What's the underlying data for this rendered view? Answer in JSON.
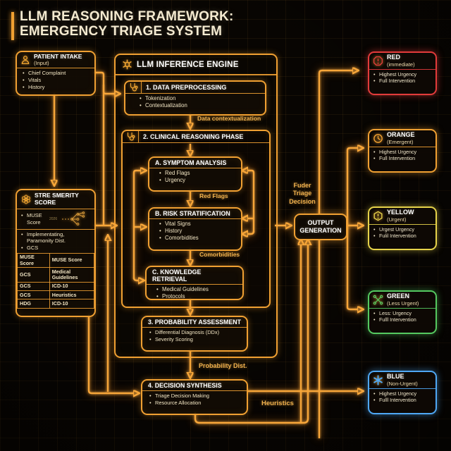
{
  "title": {
    "line1": "LLM REASONING FRAMEWORK:",
    "line2": "EMERGENCY TRIAGE SYSTEM"
  },
  "patient_intake": {
    "title": "PATIENT INTAKE",
    "subtitle": "(Input)",
    "items": [
      "Chief Complaint",
      "Vitals",
      "History"
    ]
  },
  "severity_score": {
    "title_line1": "STRE SMERITY",
    "title_line2": "SCORE",
    "muse_label": "MUSE Score",
    "muse_small": "2026",
    "items": [
      "Implementating, Paramonity Dist.",
      "GCS"
    ],
    "table": {
      "headers": [
        "MUSE Score",
        "MUSE Score"
      ],
      "rows": [
        [
          "GCS",
          "Medical Guidelines"
        ],
        [
          "GCS",
          "ICD-10"
        ],
        [
          "GCS",
          "Heuristics"
        ],
        [
          "HDG",
          "ICD-10"
        ]
      ]
    }
  },
  "engine": {
    "title": "LLM INFERENCE ENGINE",
    "preprocessing": {
      "title": "1. DATA PREPROCESSING",
      "items": [
        "Tokenization",
        "Contextualization"
      ]
    },
    "clinical": {
      "title": "2. CLINICAL REASONING PHASE",
      "symptom": {
        "title": "A. SYMPTOM ANALYSIS",
        "items": [
          "Red Flags",
          "Urgency"
        ]
      },
      "risk": {
        "title": "B. RISK STRATIFICATION",
        "items": [
          "Vital Signs",
          "History",
          "Comorbidities"
        ]
      },
      "knowledge": {
        "title": "C. KNOWLEDGE RETRIEVAL",
        "items": [
          "Medical Guidelines",
          "Protocols"
        ]
      }
    },
    "probability": {
      "title": "3. PROBABILITY ASSESSMENT",
      "items": [
        "Differential Diagnosis (DDx)",
        "Severity Scoring"
      ]
    }
  },
  "decision": {
    "title": "4. DECISION SYNTHESIS",
    "items": [
      "Triage Decision Making",
      "Resource Allocation"
    ]
  },
  "output": {
    "line1": "OUTPUT",
    "line2": "GENERATION"
  },
  "edge_labels": {
    "data_contextualization": "Data contextualization",
    "red_flags": "Red Flags",
    "comorbidities": "Comorbidities",
    "probability_dist": "Probability Dist.",
    "heuristics": "Heuristics",
    "triage_decision": "Fuder\nTriage\nDecision"
  },
  "categories": [
    {
      "name": "RED",
      "sub": "(immediate)",
      "icon": "alert-octagon-icon",
      "color": "#e23b3b",
      "items": [
        "Highest Urgency",
        "Full Intervention"
      ]
    },
    {
      "name": "ORANGE",
      "sub": "(Emergent)",
      "icon": "clock-icon",
      "color": "#f0a032",
      "items": [
        "Highest Urgency",
        "Full Intervention"
      ]
    },
    {
      "name": "YELLOW",
      "sub": "(Urgent)",
      "icon": "alert-hexagon-icon",
      "color": "#e6d34a",
      "items": [
        "Urgest Urgency",
        "Fulil Intervention"
      ]
    },
    {
      "name": "GREEN",
      "sub": "(Less Urgent)",
      "icon": "network-x-icon",
      "color": "#55c960",
      "items": [
        "Less: Urgency",
        "Fulll Intervention"
      ]
    },
    {
      "name": "BLUE",
      "sub": "(Non-Urgent)",
      "icon": "star-of-life-icon",
      "color": "#4fa8f5",
      "items": [
        "Highest Urgency",
        "Fulll Intervention"
      ]
    }
  ],
  "colors": {
    "accent": "#f5a832",
    "background": "#080502"
  }
}
